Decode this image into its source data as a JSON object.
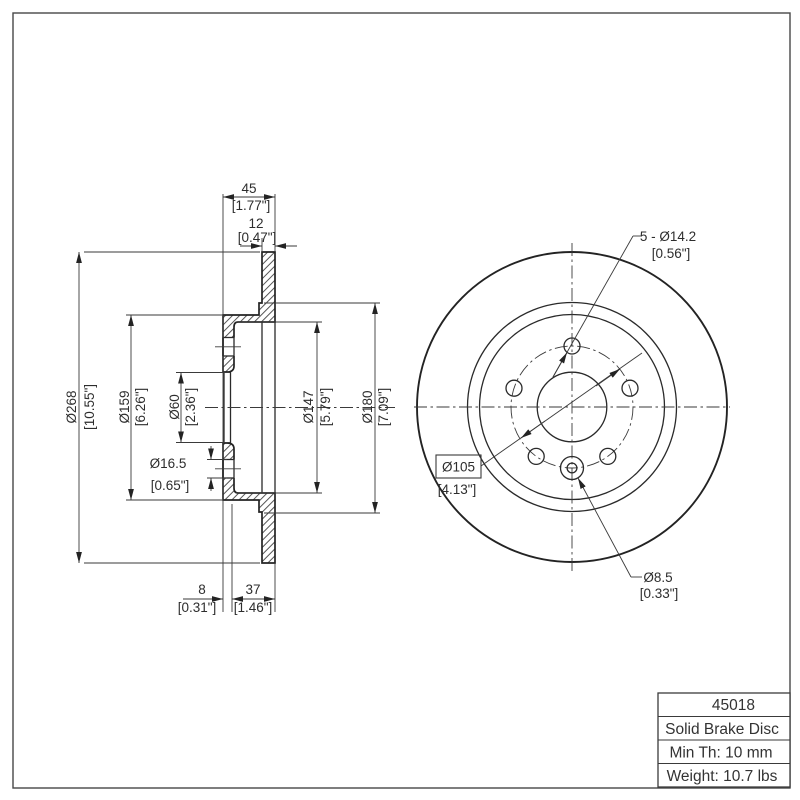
{
  "drawing": {
    "section_view": {
      "dim_width": {
        "mm": "45",
        "in": "[1.77\"]"
      },
      "dim_thickness": {
        "mm": "12",
        "in": "[0.47\"]"
      },
      "dim_outer_dia": {
        "mm": "Ø268",
        "in": "[10.55\"]"
      },
      "dim_hat_dia": {
        "mm": "Ø159",
        "in": "[6.26\"]"
      },
      "dim_center_bore": {
        "mm": "Ø60",
        "in": "[2.36\"]"
      },
      "dim_lug_hole": {
        "mm": "Ø16.5",
        "in": "[0.65\"]"
      },
      "dim_inner_dia": {
        "mm": "Ø147",
        "in": "[5.79\"]"
      },
      "dim_step_dia": {
        "mm": "Ø180",
        "in": "[7.09\"]"
      },
      "dim_hat_thickness": {
        "mm": "8",
        "in": "[0.31\"]"
      },
      "dim_hat_depth": {
        "mm": "37",
        "in": "[1.46\"]"
      }
    },
    "front_view": {
      "label_bolt_holes": {
        "value": "5 - Ø14.2",
        "in": "[0.56\"]"
      },
      "label_bolt_circle": {
        "value": "Ø105",
        "in": "[4.13\"]"
      },
      "label_screw_hole": {
        "value": "Ø8.5",
        "in": "[0.33\"]"
      }
    },
    "title_block": {
      "part_number": "45018",
      "description": "Solid Brake Disc",
      "min_thickness": "Min Th: 10 mm",
      "weight": "Weight: 10.7 lbs"
    }
  }
}
